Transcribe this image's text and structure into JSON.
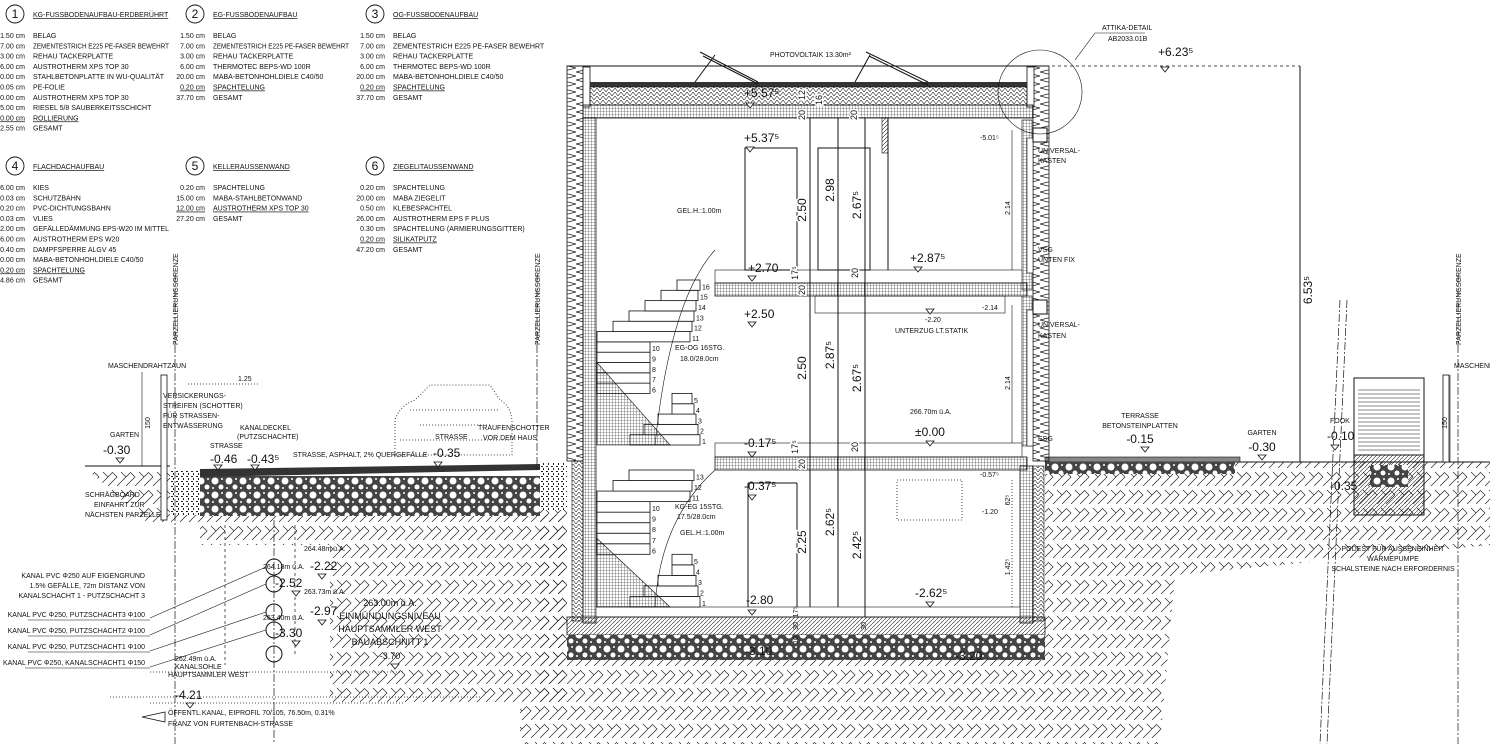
{
  "legends": [
    {
      "num": "1",
      "title": "KG-FUSSBODENAUFBAU-ERDBERÜHRT",
      "rows": [
        {
          "value": "1.50 cm",
          "label": "BELAG"
        },
        {
          "value": "7.00 cm",
          "label": "ZEMENTESTRICH E225 PE-FASER BEWEHRT"
        },
        {
          "value": "3.00 cm",
          "label": "REHAU TACKERPLATTE"
        },
        {
          "value": "6.00 cm",
          "label": "AUSTROTHERM XPS TOP 30"
        },
        {
          "value": "0.00 cm",
          "label": "STAHLBETONPLATTE IN WU-QUALITÄT"
        },
        {
          "value": "0.05 cm",
          "label": "PE-FOLIE"
        },
        {
          "value": "0.00 cm",
          "label": "AUSTROTHERM XPS TOP 30"
        },
        {
          "value": "5.00 cm",
          "label": "RIESEL 5/8 SAUBERKEITSSCHICHT"
        },
        {
          "value": "0.00 cm",
          "label": "ROLLIERUNG"
        },
        {
          "value": "2.55 cm",
          "label": "GESAMT"
        }
      ]
    },
    {
      "num": "2",
      "title": "EG-FUSSBODENAUFBAU",
      "rows": [
        {
          "value": "1.50 cm",
          "label": "BELAG"
        },
        {
          "value": "7.00 cm",
          "label": "ZEMENTESTRICH E225 PE-FASER BEWEHRT"
        },
        {
          "value": "3.00 cm",
          "label": "REHAU TACKERPLATTE"
        },
        {
          "value": "6.00 cm",
          "label": "THERMOTEC BEPS-WD 100R"
        },
        {
          "value": "20.00 cm",
          "label": "MABA-BETONHOHLDIELE C40/50"
        },
        {
          "value": "0.20 cm",
          "label": "SPACHTELUNG"
        },
        {
          "value": "37.70 cm",
          "label": "GESAMT"
        }
      ]
    },
    {
      "num": "3",
      "title": "OG-FUSSBODENAUFBAU",
      "rows": [
        {
          "value": "1.50 cm",
          "label": "BELAG"
        },
        {
          "value": "7.00 cm",
          "label": "ZEMENTESTRICH E225 PE-FASER BEWEHRT"
        },
        {
          "value": "3.00 cm",
          "label": "REHAU TACKERPLATTE"
        },
        {
          "value": "6.00 cm",
          "label": "THERMOTEC BEPS-WD 100R"
        },
        {
          "value": "20.00 cm",
          "label": "MABA-BETONHOHLDIELE C40/50"
        },
        {
          "value": "0.20 cm",
          "label": "SPACHTELUNG"
        },
        {
          "value": "37.70 cm",
          "label": "GESAMT"
        }
      ]
    },
    {
      "num": "4",
      "title": "FLACHDACHAUFBAU",
      "rows": [
        {
          "value": "6.00 cm",
          "label": "KIES"
        },
        {
          "value": "0.03 cm",
          "label": "SCHUTZBAHN"
        },
        {
          "value": "0.20 cm",
          "label": "PVC-DICHTUNGSBAHN"
        },
        {
          "value": "0.03 cm",
          "label": "VLIES"
        },
        {
          "value": "2.00 cm",
          "label": "GEFÄLLEDÄMMUNG EPS-W20 IM MITTEL"
        },
        {
          "value": "6.00 cm",
          "label": "AUSTROTHERM EPS W20"
        },
        {
          "value": "0.40 cm",
          "label": "DAMPFSPERRE ALGV 45"
        },
        {
          "value": "0.00 cm",
          "label": "MABA-BETONHOHLDIELE C40/50"
        },
        {
          "value": "0.20 cm",
          "label": "SPACHTELUNG"
        },
        {
          "value": "4.86 cm",
          "label": "GESAMT"
        }
      ]
    },
    {
      "num": "5",
      "title": "KELLERAUSSENWAND",
      "rows": [
        {
          "value": "0.20 cm",
          "label": "SPACHTELUNG"
        },
        {
          "value": "15.00 cm",
          "label": "MABA-STAHLBETONWAND"
        },
        {
          "value": "12.00 cm",
          "label": "AUSTROTHERM XPS TOP 30"
        },
        {
          "value": "27.20 cm",
          "label": "GESAMT"
        }
      ]
    },
    {
      "num": "6",
      "title": "ZIEGELITAUSSENWAND",
      "rows": [
        {
          "value": "0.20 cm",
          "label": "SPACHTELUNG"
        },
        {
          "value": "20.00 cm",
          "label": "MABA ZIEGELIT"
        },
        {
          "value": "0.50 cm",
          "label": "KLEBESPACHTEL"
        },
        {
          "value": "26.00 cm",
          "label": "AUSTROTHERM EPS F PLUS"
        },
        {
          "value": "0.30 cm",
          "label": "SPACHTELUNG (ARMIERUNGSGITTER)"
        },
        {
          "value": "0.20 cm",
          "label": "SILIKATPUTZ"
        },
        {
          "value": "47.20 cm",
          "label": "GESAMT"
        }
      ]
    }
  ],
  "labels": {
    "photovoltaik": "PHOTOVOLTAIK  13.30m²",
    "attika_1": "ATTIKA-DETAIL",
    "attika_2": "AB2033.01B",
    "el_623": "+6.23⁵",
    "el_557": "+5.57⁵",
    "el_537": "+5.37⁵",
    "el_501": "-5.01⁵",
    "el_270": "+2.70",
    "el_287": "+2.87⁵",
    "el_250": "+2.50",
    "el_220": "-2.20",
    "unterzug": "UNTERZUG LT.STATIK",
    "el_214": "-2.14",
    "asl_eg": "266.70m ü.A.",
    "el_000": "±0.00",
    "el_017": "-0.17⁵",
    "el_037": "-0.37⁵",
    "el_057": "-0.57⁵",
    "el_120": "-1.20",
    "el_280": "-2.80",
    "el_262": "-2.62⁵",
    "el_310": "-3.10",
    "el_320": "-3.20",
    "gelh_og": "GEL.H.:1.00m",
    "stair_og_1": "EG-OG  16STG.",
    "stair_og_2": "18.0/28.0cm",
    "stair_kg_1": "KG-EG  15STG.",
    "stair_kg_2": "17.5/28.0cm",
    "gelh_kg": "GEL.H.:1.00m",
    "universal_1a": "UNIVERSAL-",
    "universal_1b": "KASTEN",
    "universal_2a": "UNIVERSAL-",
    "universal_2b": "KASTEN",
    "vsg_1": "VSG",
    "vsg_2": "UNTEN FIX",
    "esg": "ESG",
    "maschendraht_l": "MASCHENDRAHTZAUN",
    "pg_l": "PARZELLIERUNGSGRENZE",
    "pg_m": "PARZELLIERUNGSGRENZE",
    "pg_r": "PARZELLIERUNGSGRENZE",
    "versick_1": "VERSICKERUNGS-",
    "versick_2": "STREIFEN (SCHOTTER)",
    "versick_3": "FÜR STRASSEN-",
    "versick_4": "ENTWÄSSERUNG",
    "garten_l": "GARTEN",
    "el_030_l": "-0.30",
    "kanaldeckel_1": "KANALDECKEL",
    "kanaldeckel_2": "(PUTZSCHACHTE)",
    "strasse_1": "STRASSE",
    "el_046": "-0.46",
    "el_043": "-0.43⁵",
    "asphalt": "STRASSE, ASPHALT, 2% QUERGEFÄLLE",
    "strasse_2": "STRASSE",
    "el_035": "-0.35",
    "traufe_1": "TRAUFENSCHOTTER",
    "traufe_2": "VOR DEM HAUS",
    "schrag_1": "SCHRÄGBOARD",
    "schrag_2": "EINFAHRT ZUR",
    "schrag_3": "NÄCHSTEN PARZELLE",
    "asl_26448": "264.48m ü.A.",
    "el_222": "-2.22",
    "asl_26418": "264.18m ü.A.",
    "el_252": "-2.52",
    "asl_26373": "263.73m ü.A.",
    "el_297": "-2.97",
    "asl_26340": "263.40m ü.A.",
    "el_330": "-3.30",
    "asl_26249": "262.49m ü.A.",
    "kanalsohle": "KANALSOHLE",
    "hauptsammler": "HAUPTSAMMLER WEST",
    "el_421": "-4.21",
    "einm_1": "263.00m ü.A.",
    "einm_2": "EINMÜNDUNGSNIVEAU",
    "einm_3": "HAUPTSAMMLER WEST",
    "einm_4": "BAUABSCHNITT 1",
    "el_370": "-3.70",
    "kanal_note_1": "KANAL PVC Φ250 AUF EIGENGRUND",
    "kanal_note_2": "1.5% GEFÄLLE, 72m DISTANZ VON",
    "kanal_note_3": "KANALSCHACHT 1 - PUTZSCHACHT 3",
    "kanal_ps3": "KANAL PVC Φ250, PUTZSCHACHT3 Φ100",
    "kanal_ps2": "KANAL PVC Φ250, PUTZSCHACHT2 Φ100",
    "kanal_ps1": "KANAL PVC Φ250, PUTZSCHACHT1 Φ100",
    "kanal_ks1": "KANAL PVC Φ250, KANALSCHACHT1 Φ150",
    "oeff_1": "ÖFFENTL.KANAL, EIPROFIL 70/105, 76.50m, 0.31%",
    "oeff_2": "FRANZ VON FURTENBACH-STRASSE",
    "terrasse_1": "TERRASSE",
    "terrasse_2": "BETONSTEINPLATTEN",
    "el_015": "-0.15",
    "garten_r": "GARTEN",
    "el_030_r": "-0.30",
    "fook": "FOOK",
    "el_010": "-0.10",
    "el_035_r": "-0.35",
    "maschendraht_r": "MASCHENDRA",
    "podest_1": "PODEST FÜR AUSSENEINHEIT",
    "podest_2": "WÄRMEPUMPE",
    "podest_3": "SCHALSTEINE NACH ERFORDERNIS"
  },
  "dimensions": {
    "d_6535": "6.53⁵",
    "d_125": "1.25",
    "d_150_l": "150",
    "d_150_r": "150",
    "d_12": "12",
    "d_16": "16",
    "d_20_r1": "20",
    "d_20_r2": "20",
    "d_250_og": "2.50",
    "d_298": "2.98",
    "d_2675_og": "2.67⁵",
    "d_214_og": "2.14",
    "d_175_og": "17⁵",
    "d_20_og": "20",
    "d_20_og2": "20",
    "d_250_eg": "2.50",
    "d_2875": "2.87⁵",
    "d_2675_eg": "2.67⁵",
    "d_214_eg": "2.14",
    "d_175_eg": "17⁵",
    "d_20_eg": "20",
    "d_20_eg2": "20",
    "d_225": "2.25",
    "d_2625": "2.62⁵",
    "d_2425": "2.42⁵",
    "d_625": "62⁵",
    "d_1425": "1.42⁵",
    "d_175_kg": "17⁵",
    "d_30_kg": "30",
    "d_10_kg": "10",
    "d_30_kg2": "30"
  },
  "stairs": {
    "upper_steps": [
      "1",
      "2",
      "3",
      "4",
      "5",
      "6",
      "7",
      "8",
      "9",
      "10",
      "11",
      "12",
      "13",
      "14",
      "15",
      "16"
    ],
    "lower_steps": [
      "1",
      "2",
      "3",
      "4",
      "5",
      "6",
      "7",
      "8",
      "9",
      "10",
      "11",
      "12",
      "13"
    ]
  }
}
